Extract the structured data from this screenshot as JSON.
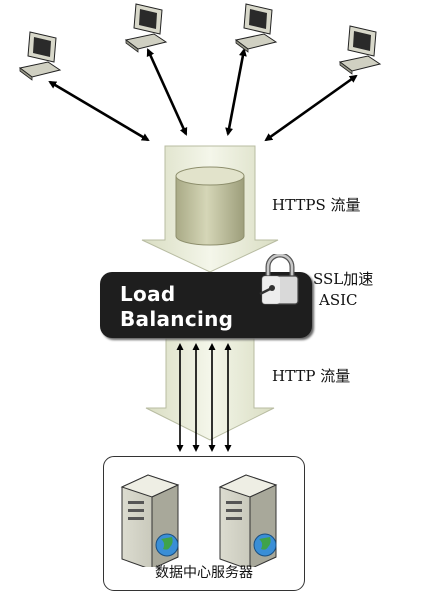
{
  "labels": {
    "https_traffic": "HTTPS 流量",
    "ssl_acceleration": "SSL加速",
    "asic": "ASIC",
    "http_traffic": "HTTP 流量",
    "load_balancing_line1": "Load",
    "load_balancing_line2": "Balancing",
    "datacenter": "数据中心服务器"
  },
  "colors": {
    "funnel_arrow": "#e6ead3",
    "load_balancer": "#1e1e1e",
    "cylinder": "#c9caa8"
  },
  "icons": [
    "computer-icon",
    "database-cylinder-icon",
    "padlock-icon",
    "server-icon",
    "globe-icon"
  ]
}
